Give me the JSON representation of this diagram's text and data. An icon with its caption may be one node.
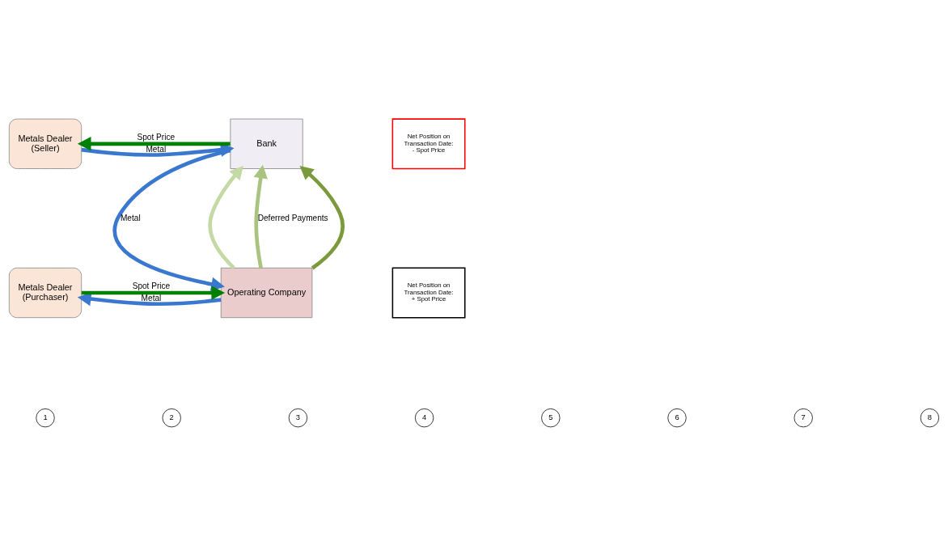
{
  "diagram": {
    "nodes": [
      {
        "text": [
          "Metals Dealer (Seller)"
        ]
      },
      {
        "text": [
          "Bank"
        ]
      },
      {
        "text": [
          "Net Position on Transaction Date: - Spot Price"
        ]
      },
      {
        "text": [
          "Operating Company"
        ]
      },
      {
        "text": [
          "Metals Dealer (Purchaser)"
        ]
      },
      {
        "text": [
          "Net Position on Transaction Date: + Spot Price"
        ]
      }
    ],
    "edges": [
      {
        "from": 0,
        "to": 1,
        "arrow": "to",
        "label": "Metal"
      },
      {
        "from": 1,
        "to": 0,
        "arrow": "to",
        "label": "Spot Price",
        "color": "#008000"
      },
      {
        "from": 1,
        "to": 3,
        "arrow": "to",
        "label": "Metal"
      },
      {
        "from": 3,
        "to": 4,
        "arrow": "to",
        "label": "Metal"
      },
      {
        "from": 4,
        "to": 3,
        "arrow": "to",
        "label": "Spot Price",
        "color": "#008000"
      },
      {
        "from": 3,
        "to": 1,
        "arrow": "to",
        "color": "#c4d9a4"
      },
      {
        "from": 3,
        "to": 1,
        "arrow": "to",
        "label": "Deferred Payments",
        "color": "#a9c47f"
      },
      {
        "from": 3,
        "to": 1,
        "arrow": "to",
        "color": "#7a9a3c"
      }
    ],
    "labels": [
      "1",
      "2",
      "3",
      "4",
      "5",
      "6",
      "7",
      "8"
    ]
  }
}
